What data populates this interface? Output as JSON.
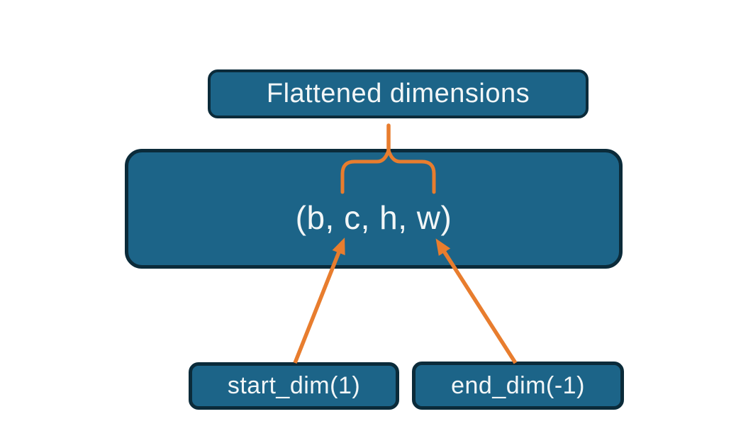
{
  "diagram": {
    "boxes": {
      "flattened": {
        "label": "Flattened dimensions"
      },
      "tensor": {
        "label": "(b, c, h, w)"
      },
      "start_dim": {
        "label": "start_dim(1)"
      },
      "end_dim": {
        "label": "end_dim(-1)"
      }
    },
    "colors": {
      "box_fill": "#1C6488",
      "box_border": "#0B2B3A",
      "connector_orange": "#E87D2E",
      "label_text": "#F2F6F7",
      "background": "#FFFFFF"
    }
  }
}
